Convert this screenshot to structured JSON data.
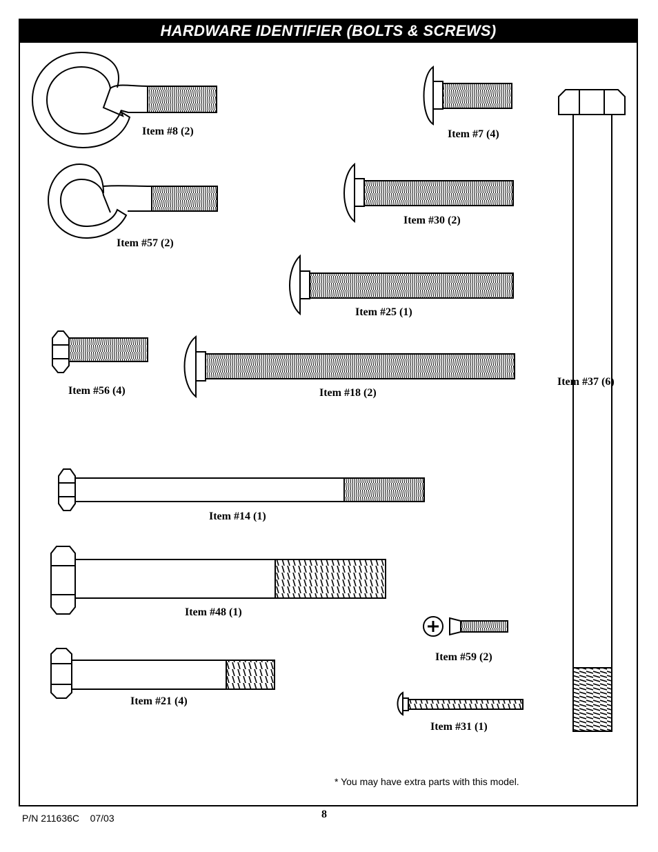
{
  "header": {
    "title": "HARDWARE IDENTIFIER (BOLTS & SCREWS)"
  },
  "items": {
    "item8": "Item #8 (2)",
    "item57": "Item #57 (2)",
    "item7": "Item #7 (4)",
    "item30": "Item #30 (2)",
    "item25": "Item #25 (1)",
    "item56": "Item #56 (4)",
    "item18": "Item #18 (2)",
    "item37": "Item #37 (6)",
    "item14": "Item #14 (1)",
    "item48": "Item #48 (1)",
    "item59": "Item #59 (2)",
    "item21": "Item #21 (4)",
    "item31": "Item #31 (1)"
  },
  "note": "* You may have extra parts with this model.",
  "footer": {
    "part_number": "P/N 211636C",
    "date": "07/03",
    "page": "8"
  },
  "icons": {
    "eye_bolt": "eye-bolt-icon",
    "carriage_bolt": "carriage-bolt-icon",
    "hex_bolt": "hex-bolt-icon",
    "flange_bolt": "flange-bolt-icon",
    "phillips_screw": "phillips-screw-icon"
  }
}
